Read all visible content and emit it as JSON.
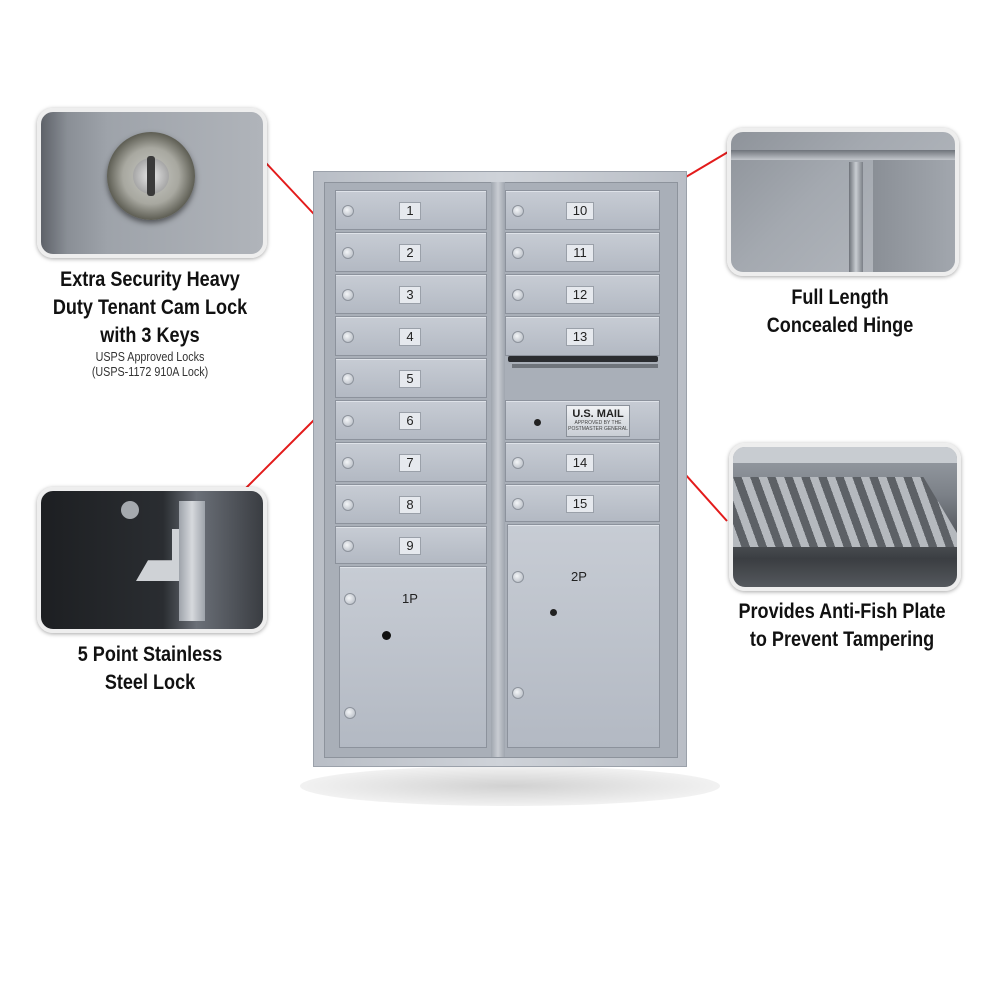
{
  "features": {
    "cam_lock": {
      "title_line1": "Extra Security Heavy",
      "title_line2": "Duty Tenant Cam Lock",
      "title_line3": "with 3 Keys",
      "sub_line1": "USPS Approved Locks",
      "sub_line2": "(USPS-1172 910A Lock)",
      "thumb_icon": "cam-lock-icon"
    },
    "steel_lock": {
      "title_line1": "5 Point Stainless",
      "title_line2": "Steel Lock",
      "thumb_icon": "latch-icon"
    },
    "hinge": {
      "title_line1": "Full Length",
      "title_line2": "Concealed Hinge",
      "thumb_icon": "hinge-icon"
    },
    "anti_fish": {
      "title_line1": "Provides Anti-Fish Plate",
      "title_line2": "to Prevent Tampering",
      "thumb_icon": "anti-fish-plate-icon"
    }
  },
  "mailbox": {
    "left_doors": [
      "1",
      "2",
      "3",
      "4",
      "5",
      "6",
      "7",
      "8",
      "9"
    ],
    "right_doors": [
      "10",
      "11",
      "12",
      "13"
    ],
    "right_doors_lower": [
      "14",
      "15"
    ],
    "parcel_left": "1P",
    "parcel_right": "2P",
    "usps_label": "U.S. MAIL",
    "usps_small": "APPROVED BY THE POSTMASTER GENERAL"
  },
  "colors": {
    "arrow": "#e31b1b",
    "metal": "#bcc2cb",
    "frame": "#c4c9d1"
  }
}
